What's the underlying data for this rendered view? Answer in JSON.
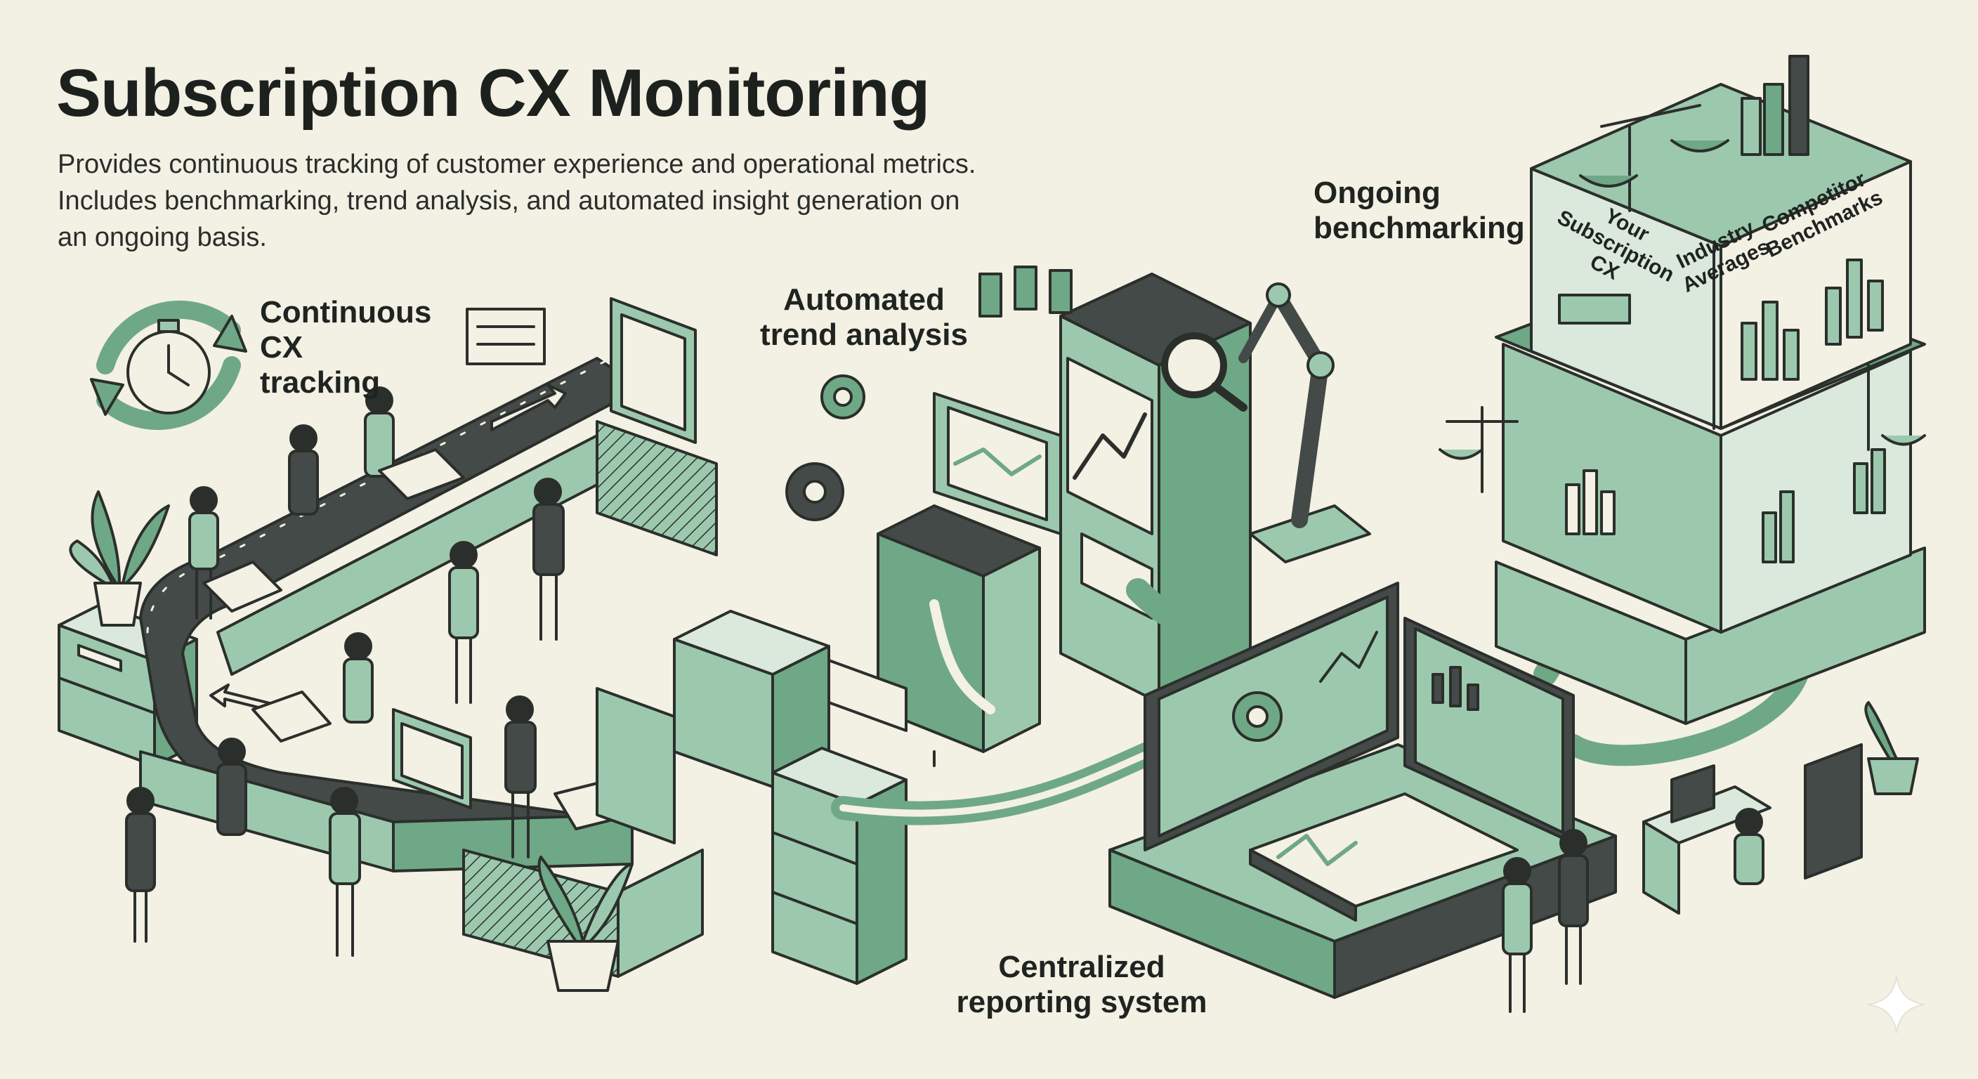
{
  "title": "Subscription CX Monitoring",
  "description": "Provides continuous tracking of customer experience and operational metrics. Includes benchmarking, trend analysis, and automated insight generation on an ongoing basis.",
  "labels": {
    "continuous_tracking": "Continuous CX tracking",
    "trend_analysis": "Automated trend analysis",
    "benchmarking": "Ongoing benchmarking",
    "reporting": "Centralized reporting system"
  },
  "benchmark_boxes": {
    "your": "Your Subscription CX",
    "industry": "Industry Averages",
    "competitor": "Competitor Benchmarks"
  },
  "colors": {
    "background": "#f3f0e4",
    "mint": "#9cc9ad",
    "mint_dark": "#6fa886",
    "ink": "#2b2f2c",
    "conveyor": "#444a47",
    "paper": "#f3f0e4"
  },
  "icons": [
    "cycle-clock-icon",
    "gear-icon",
    "magnifier-icon",
    "scale-icon",
    "robot-arm-icon",
    "sparkle-icon"
  ]
}
